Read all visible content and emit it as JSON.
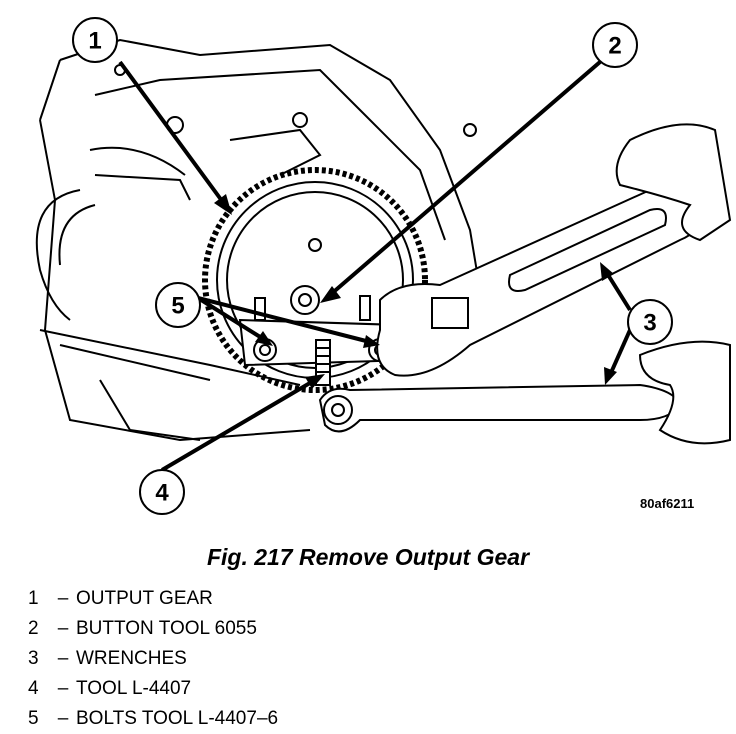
{
  "figure": {
    "image_id": "80af6211",
    "callouts": [
      "1",
      "2",
      "3",
      "4",
      "5"
    ]
  },
  "caption": "Fig. 217 Remove Output Gear",
  "legend": [
    {
      "num": "1",
      "dash": "–",
      "text": "OUTPUT GEAR"
    },
    {
      "num": "2",
      "dash": "–",
      "text": "BUTTON TOOL 6055"
    },
    {
      "num": "3",
      "dash": "–",
      "text": "WRENCHES"
    },
    {
      "num": "4",
      "dash": "–",
      "text": "TOOL L-4407"
    },
    {
      "num": "5",
      "dash": "–",
      "text": "BOLTS TOOL L-4407–6"
    }
  ]
}
